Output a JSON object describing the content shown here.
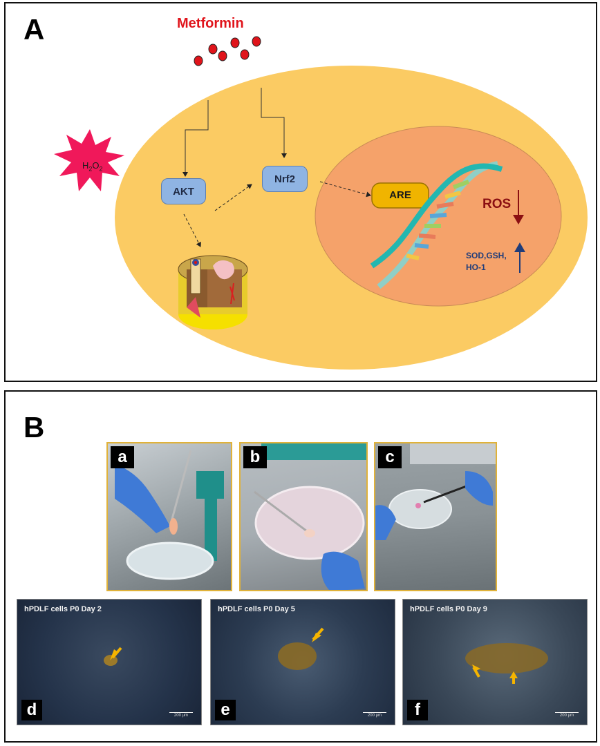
{
  "panel_a": {
    "letter": "A",
    "drug": "Metformin",
    "stressor_main": "H",
    "stressor_sub1": "2",
    "stressor_mid": "O",
    "stressor_sub2": "2",
    "akt": "AKT",
    "nrf2": "Nrf2",
    "are": "ARE",
    "ros": "ROS",
    "antioxidants_line1": "SOD,GSH,",
    "antioxidants_line2": "HO-1",
    "colors": {
      "cell": "#fbcb63",
      "nucleus": "#f5a26a",
      "drug_dots": "#e0141b",
      "stressor": "#f0185a",
      "ros_arrow": "#8b0f12",
      "antioxidant_arrow": "#1f3c7a"
    }
  },
  "panel_b": {
    "letter": "B",
    "photos": [
      {
        "tag": "a"
      },
      {
        "tag": "b"
      },
      {
        "tag": "c"
      }
    ],
    "micrographs": [
      {
        "tag": "d",
        "title": "hPDLF cells P0 Day 2",
        "scale": "200 µm"
      },
      {
        "tag": "e",
        "title": "hPDLF cells P0 Day 5",
        "scale": "200 µm"
      },
      {
        "tag": "f",
        "title": "hPDLF cells P0 Day 9",
        "scale": "200 µm"
      }
    ]
  }
}
